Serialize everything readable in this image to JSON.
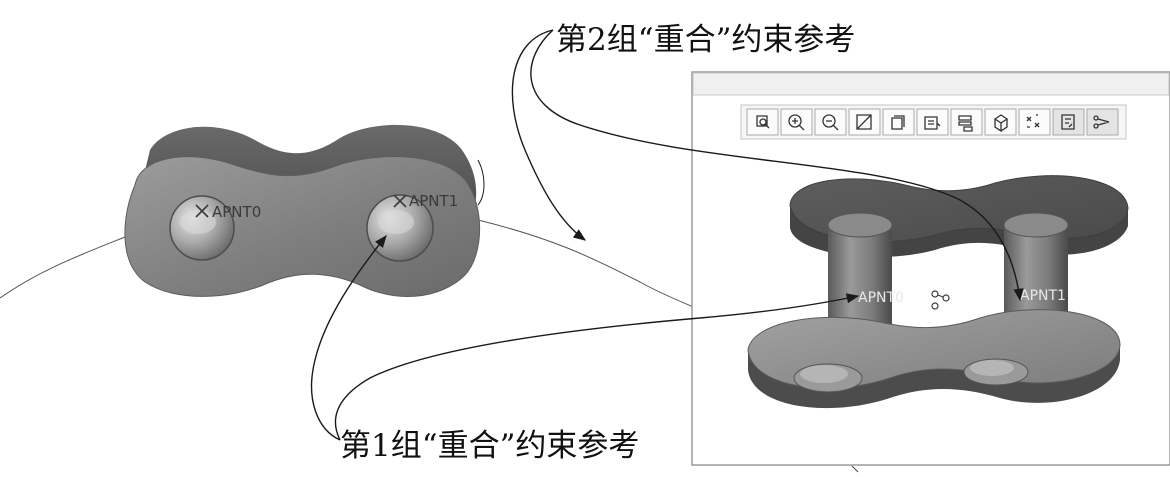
{
  "callouts": {
    "group2": "第2组“重合”约束参考",
    "group1": "第1组“重合”约束参考"
  },
  "left_model": {
    "points": [
      "APNT0",
      "APNT1"
    ]
  },
  "right_window": {
    "points": [
      "APNT0",
      "APNT1"
    ],
    "toolbar": [
      {
        "name": "zoom-to-fit-icon"
      },
      {
        "name": "zoom-in-icon"
      },
      {
        "name": "zoom-out-icon"
      },
      {
        "name": "repaint-icon"
      },
      {
        "name": "display-style-icon"
      },
      {
        "name": "saved-views-icon"
      },
      {
        "name": "layers-icon"
      },
      {
        "name": "spin-center-icon"
      },
      {
        "name": "datum-points-icon"
      },
      {
        "name": "datum-axes-icon"
      },
      {
        "name": "component-connect-icon"
      }
    ]
  },
  "colors": {
    "part_face": "#8f8f8f",
    "part_dark": "#5a5a5a",
    "part_light": "#b9b9b9",
    "window_border": "#9a9a9a",
    "arrow": "#1a1a1a"
  }
}
